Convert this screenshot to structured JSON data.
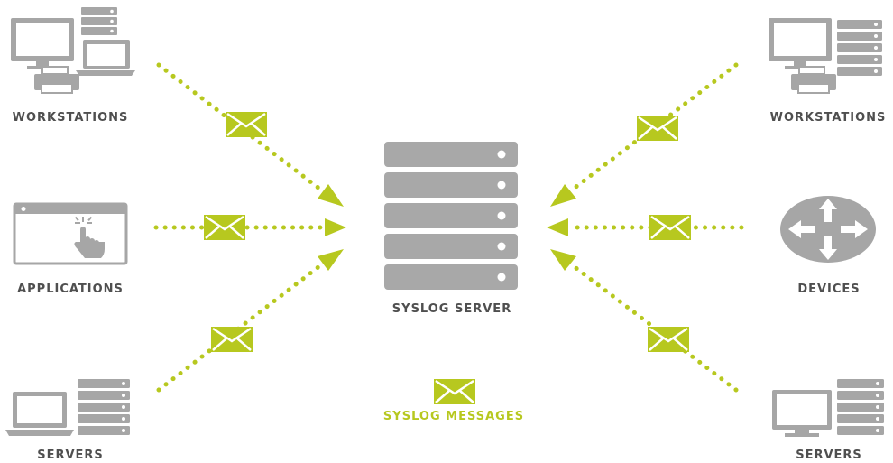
{
  "colors": {
    "icon_gray": "#a6a6a6",
    "server_gray": "#a8a8a8",
    "accent": "#b7c81f",
    "label_text": "#4f4f4f",
    "legend_text": "#b7c81f"
  },
  "left_sources": [
    {
      "label": "WORKSTATIONS",
      "icon": "workstations-icon"
    },
    {
      "label": "APPLICATIONS",
      "icon": "application-window-icon"
    },
    {
      "label": "SERVERS",
      "icon": "servers-icon"
    }
  ],
  "right_sources": [
    {
      "label": "WORKSTATIONS",
      "icon": "workstations-icon"
    },
    {
      "label": "DEVICES",
      "icon": "router-icon"
    },
    {
      "label": "SERVERS",
      "icon": "servers-icon"
    }
  ],
  "center": {
    "label": "SYSLOG SERVER",
    "icon": "server-rack-icon"
  },
  "legend": {
    "label": "SYSLOG MESSAGES",
    "icon": "envelope-icon"
  }
}
